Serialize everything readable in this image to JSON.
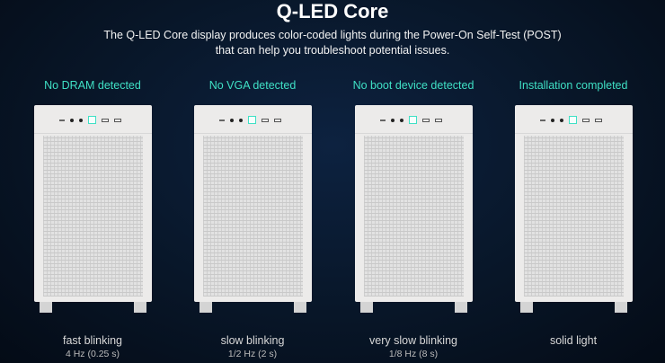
{
  "title": "Q-LED Core",
  "subtitle": "The Q-LED Core display produces color-coded lights during the Power-On Self-Test (POST) that can help you troubleshoot potential issues.",
  "accent": "#3fe0c5",
  "states": [
    {
      "status": "No DRAM detected",
      "mode": "fast blinking",
      "frequency": "4 Hz (0.25 s)"
    },
    {
      "status": "No VGA detected",
      "mode": "slow blinking",
      "frequency": "1/2 Hz (2 s)"
    },
    {
      "status": "No boot device detected",
      "mode": "very slow blinking",
      "frequency": "1/8 Hz (8 s)"
    },
    {
      "status": "Installation completed",
      "mode": "solid light",
      "frequency": ""
    }
  ]
}
